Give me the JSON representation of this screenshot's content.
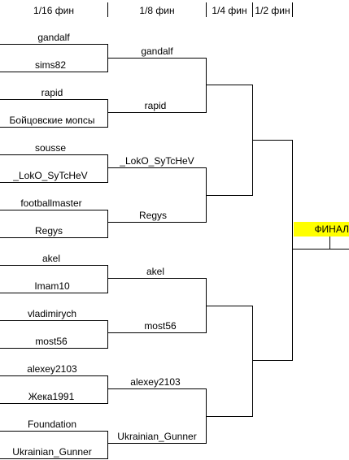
{
  "header": {
    "round_16": "1/16 фин",
    "round_8": "1/8 фин",
    "round_4": "1/4 фин",
    "round_2": "1/2 фин"
  },
  "round_16": {
    "players": [
      "gandalf",
      "sims82",
      "rapid",
      "Бойцовские мопсы",
      "sousse",
      "_LokO_SyTcHeV",
      "footballmaster",
      "Regys",
      "akel",
      "Imam10",
      "vladimirych",
      "most56",
      "alexey2103",
      "Жека1991",
      "Foundation",
      "Ukrainian_Gunner"
    ]
  },
  "round_8": {
    "winners": [
      "gandalf",
      "rapid",
      "_LokO_SyTcHeV",
      "Regys",
      "akel",
      "most56",
      "alexey2103",
      "Ukrainian_Gunner"
    ]
  },
  "final": {
    "label": "ФИНАЛ",
    "highlight_color": "#ffff00"
  }
}
